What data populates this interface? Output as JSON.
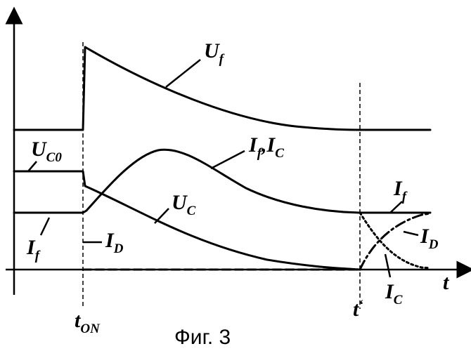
{
  "figure": {
    "caption": "Фиг. 3",
    "axis": {
      "t_label": "t"
    },
    "time_marks": {
      "t_on": {
        "main": "t",
        "sub": "ON"
      },
      "t_prime": {
        "main": "t",
        "sup": "‘"
      }
    },
    "labels": {
      "u_f": {
        "main": "U",
        "sub": "f"
      },
      "u_c0": {
        "main": "U",
        "sub": "C0"
      },
      "if_ic": {
        "main1": "I",
        "sub1": "f",
        "sep": ",",
        "main2": "I",
        "sub2": "C"
      },
      "u_c": {
        "main": "U",
        "sub": "C"
      },
      "i_f_left": {
        "main": "I",
        "sub": "f"
      },
      "i_d_left": {
        "main": "I",
        "sub": "D"
      },
      "i_f_right": {
        "main": "I",
        "sub": "f"
      },
      "i_d_right": {
        "main": "I",
        "sub": "D"
      },
      "i_c_right": {
        "main": "I",
        "sub": "C"
      }
    }
  }
}
